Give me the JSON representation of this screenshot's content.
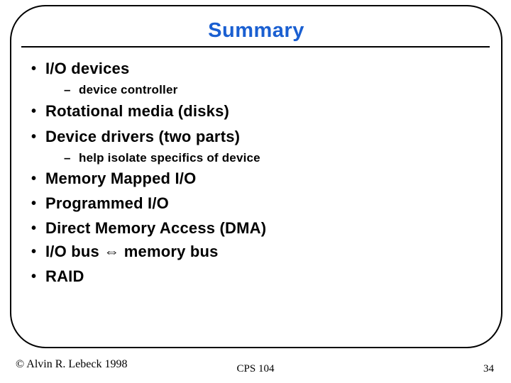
{
  "slide": {
    "title": "Summary",
    "title_color": "#1a5fd1",
    "markers": {
      "level1": "•",
      "level2": "–"
    },
    "bullets": [
      {
        "level": 1,
        "text": "I/O devices"
      },
      {
        "level": 2,
        "text": "device controller"
      },
      {
        "level": 1,
        "text": "Rotational media (disks)"
      },
      {
        "level": 1,
        "text": "Device drivers (two parts)"
      },
      {
        "level": 2,
        "text": "help isolate specifics of device"
      },
      {
        "level": 1,
        "text": "Memory Mapped I/O"
      },
      {
        "level": 1,
        "text": "Programmed I/O"
      },
      {
        "level": 1,
        "text": "Direct Memory Access (DMA)"
      },
      {
        "level": 1,
        "text": "I/O bus ⇔ memory bus"
      },
      {
        "level": 1,
        "text": "RAID"
      }
    ]
  },
  "footer": {
    "copyright": "© Alvin R. Lebeck 1998",
    "course": "CPS 104",
    "page_number": "34"
  },
  "colors": {
    "background": "#ffffff",
    "border": "#000000",
    "body_text": "#000000",
    "title": "#1a5fd1"
  }
}
